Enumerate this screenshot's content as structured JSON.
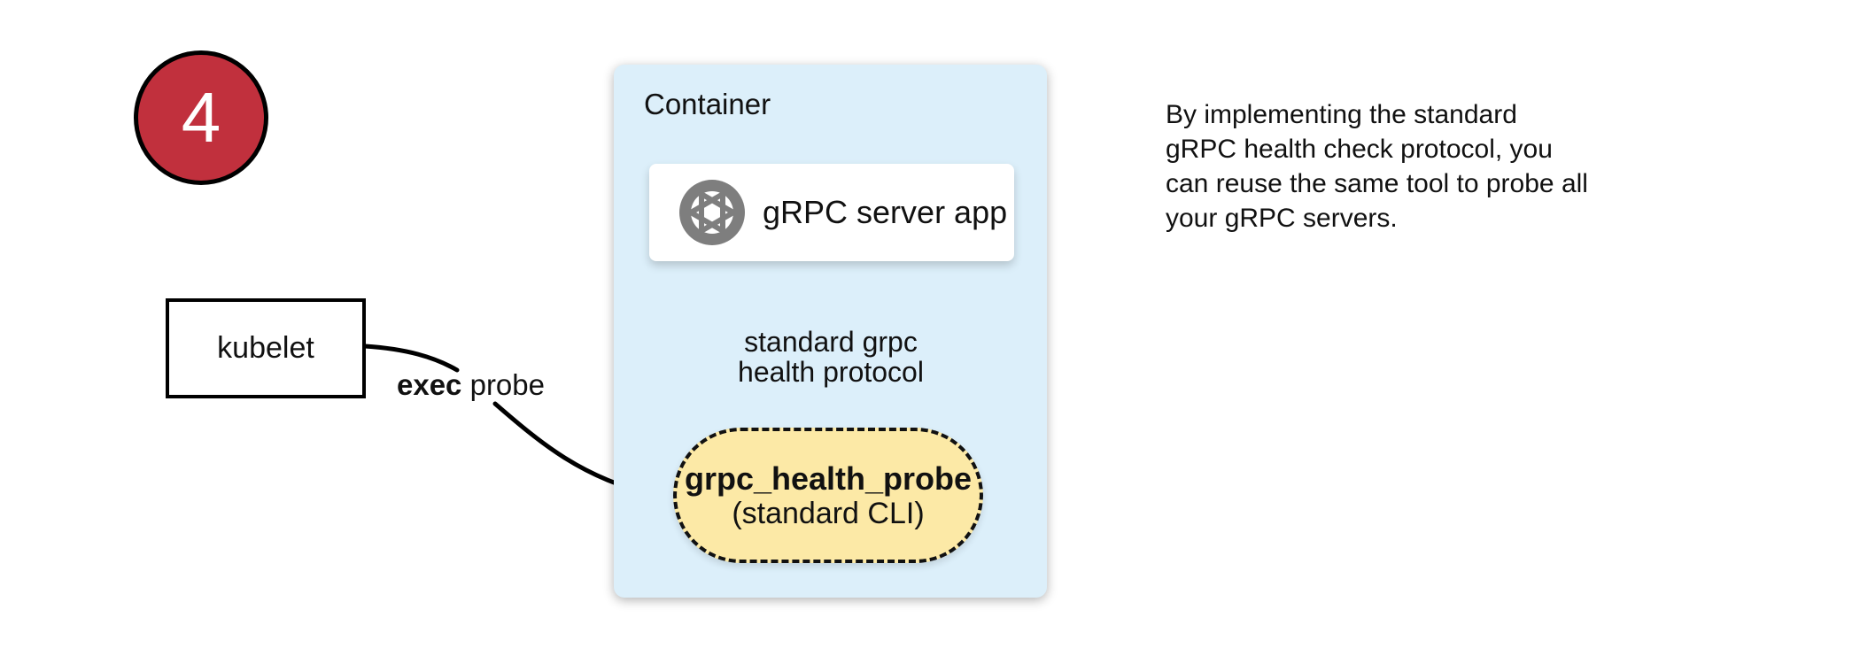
{
  "step_badge": {
    "number": "4"
  },
  "kubelet": {
    "label": "kubelet"
  },
  "exec_probe": {
    "bold": "exec",
    "rest": " probe"
  },
  "container": {
    "title": "Container",
    "server_box": {
      "label": "gRPC server app",
      "icon": "aperture-icon"
    },
    "arrow_label": "standard grpc\nhealth protocol",
    "probe_pill": {
      "title": "grpc_health_probe",
      "subtitle": "(standard CLI)"
    }
  },
  "note": {
    "text": "By implementing the standard\ngRPC health check protocol, you\ncan reuse the same tool to probe all\nyour gRPC servers."
  },
  "colors": {
    "accent_red": "#C1303D",
    "container_bg": "#DCEFFA",
    "pill_bg": "#FCE9A6",
    "icon_gray": "#7E7E7E"
  }
}
